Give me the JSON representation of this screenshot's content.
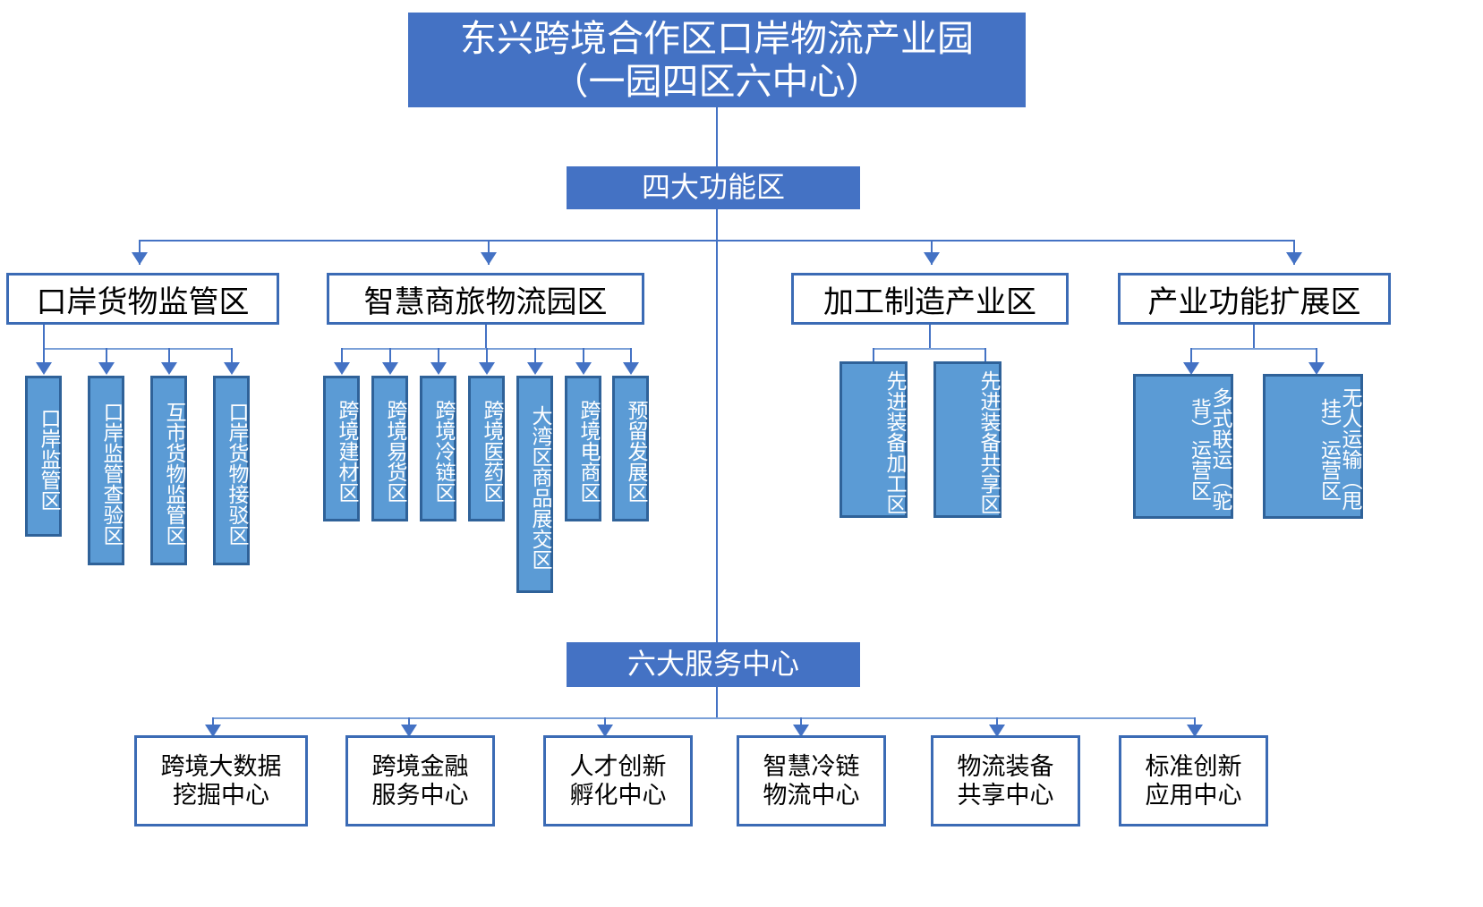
{
  "title": {
    "line1": "东兴跨境合作区口岸物流产业园",
    "line2": "（一园四区六中心）"
  },
  "sections": {
    "zones_banner": "四大功能区",
    "centers_banner": "六大服务中心"
  },
  "zones": [
    {
      "name": "口岸货物监管区",
      "children": [
        "口岸监管区",
        "口岸监管查验区",
        "互市货物监管区",
        "口岸货物接驳区"
      ]
    },
    {
      "name": "智慧商旅物流园区",
      "children": [
        "跨境建材区",
        "跨境易货区",
        "跨境冷链区",
        "跨境医药区",
        "大湾区商品展交区",
        "跨境电商区",
        "预留发展区"
      ]
    },
    {
      "name": "加工制造产业区",
      "children": [
        "先进装备加工区",
        "先进装备共享区"
      ]
    },
    {
      "name": "产业功能扩展区",
      "children": [
        "多式联运（驼背）运营区",
        "无人运输（甩挂）运营区"
      ]
    }
  ],
  "service_centers": [
    {
      "line1": "跨境大数据",
      "line2": "挖掘中心"
    },
    {
      "line1": "跨境金融",
      "line2": "服务中心"
    },
    {
      "line1": "人才创新",
      "line2": "孵化中心"
    },
    {
      "line1": "智慧冷链",
      "line2": "物流中心"
    },
    {
      "line1": "物流装备",
      "line2": "共享中心"
    },
    {
      "line1": "标准创新",
      "line2": "应用中心"
    }
  ],
  "colors": {
    "banner_fill": "#4472c4",
    "subbox_fill": "#5b9bd5",
    "subbox_border": "#2f6299",
    "box_border": "#3b6bb5",
    "connector": "#4472c4"
  }
}
